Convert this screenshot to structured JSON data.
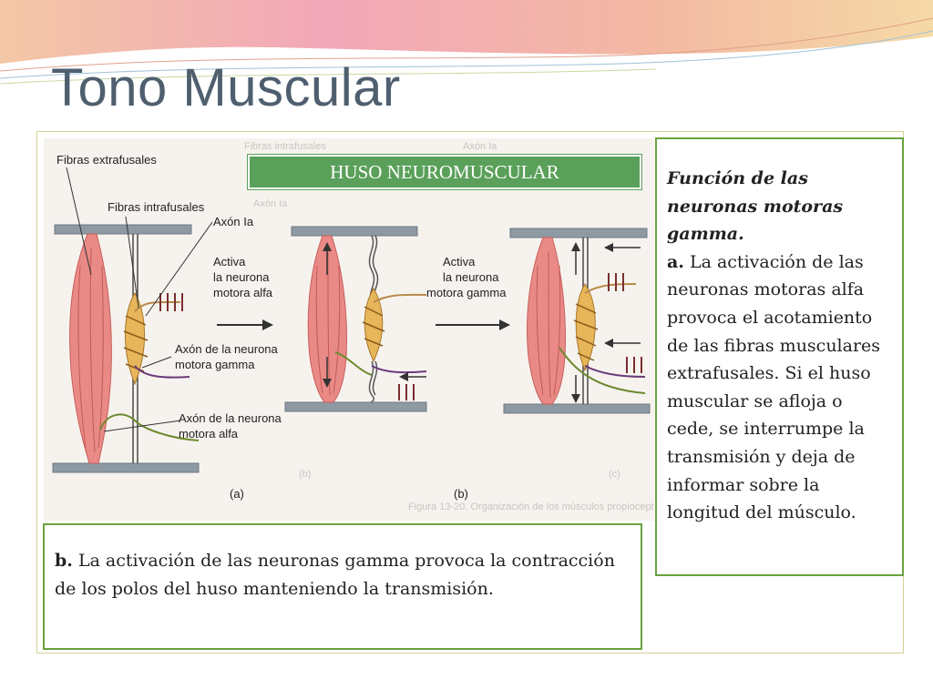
{
  "slide": {
    "title": "Tono Muscular"
  },
  "figure": {
    "banner": "HUSO NEUROMUSCULAR",
    "labels": {
      "extrafusales": "Fibras extrafusales",
      "intrafusales": "Fibras intrafusales",
      "axon_ia": "Axón Ia",
      "activa_alfa_1": "Activa",
      "activa_alfa_2": "la neurona",
      "activa_alfa_3": "motora alfa",
      "activa_gamma_1": "Activa",
      "activa_gamma_2": "la neurona",
      "activa_gamma_3": "motora gamma",
      "axon_gamma_1": "Axón de la neurona",
      "axon_gamma_2": "motora gamma",
      "axon_alfa_1": "Axón de la neurona",
      "axon_alfa_2": "motora alfa",
      "panel_a": "(a)",
      "panel_b": "(b)"
    }
  },
  "right_box": {
    "heading": "Función de las neuronas motoras gamma.",
    "item_a_marker": "a.",
    "item_a_text": " La activación de las neuronas motoras alfa provoca el acotamiento de las fibras musculares extrafusales. Si el huso muscular se afloja o cede, se interrumpe la transmisión y deja de informar sobre la longitud del músculo."
  },
  "bottom_box": {
    "item_b_marker": "b.",
    "item_b_text": " La activación de las neuronas gamma provoca la contracción de los polos del huso manteniendo la transmisión."
  },
  "colors": {
    "accent_green": "#5aa05a",
    "box_border": "#69a23f",
    "title_gray": "#4f5f6f",
    "muscle_red": "#e98a86",
    "spindle_gold": "#e7b55a"
  }
}
